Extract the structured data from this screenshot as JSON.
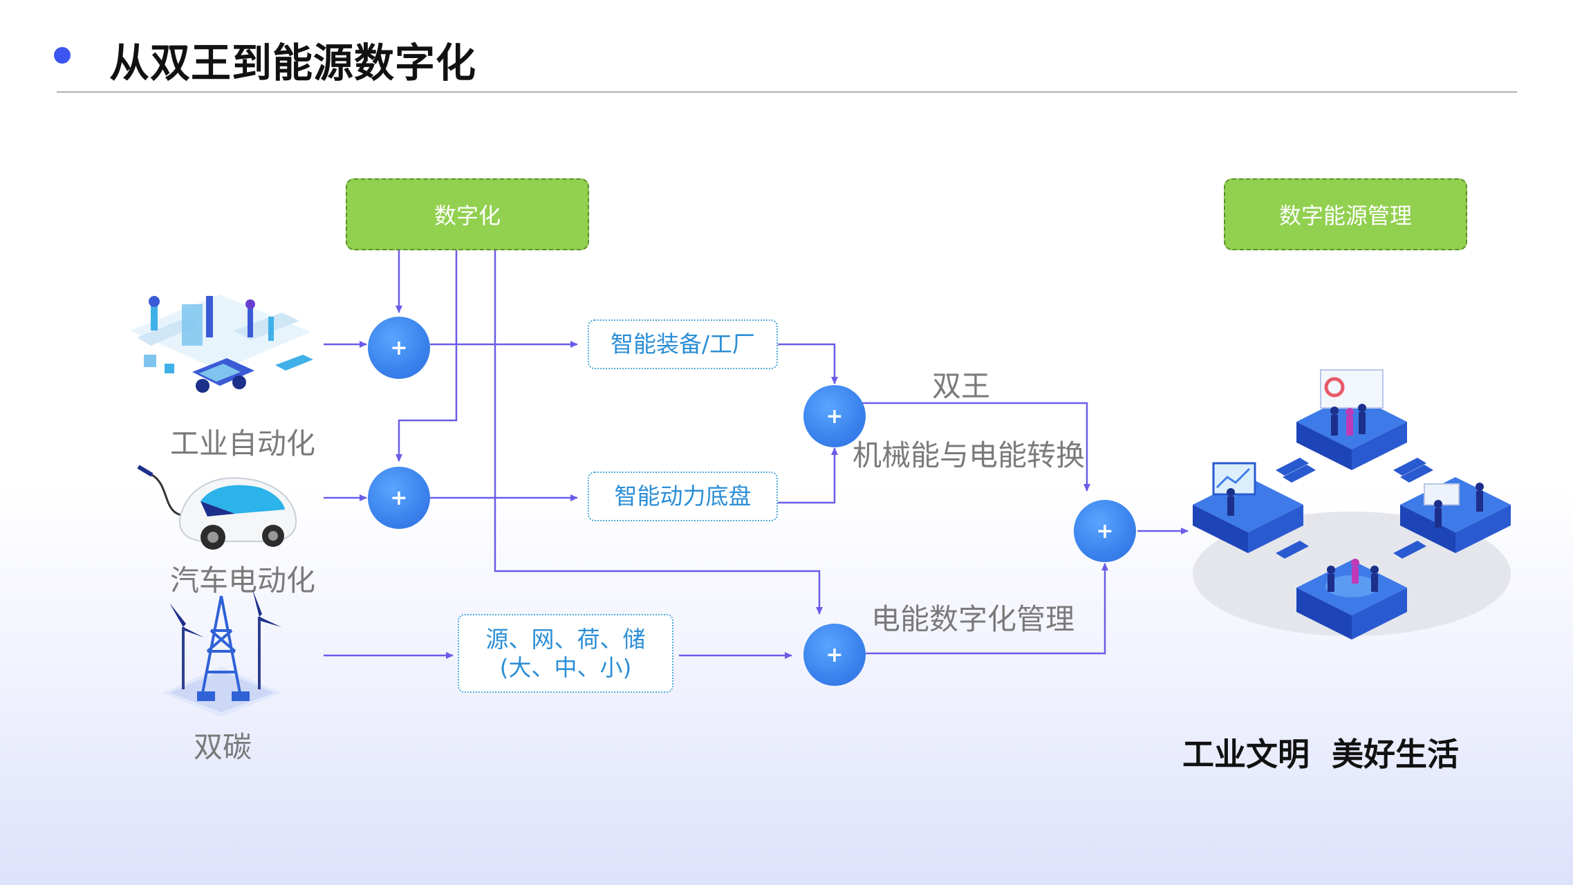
{
  "title": "从双王到能源数字化",
  "boxes": {
    "digitization": "数字化",
    "digital_energy_mgmt": "数字能源管理",
    "smart_equipment": "智能装备/工厂",
    "smart_chassis": "智能动力底盘",
    "source_grid_line1": "源、网、荷、储",
    "source_grid_line2": "(大、中、小)"
  },
  "left_labels": {
    "industrial_automation": "工业自动化",
    "vehicle_electrification": "汽车电动化",
    "dual_carbon": "双碳"
  },
  "mid_labels": {
    "dual_king": "双王",
    "energy_conversion": "机械能与电能转换",
    "power_digital_mgmt": "电能数字化管理"
  },
  "plus_symbol": "+",
  "slogan": "工业文明  美好生活",
  "colors": {
    "accent_dot": "#3d55f0",
    "arrow": "#6a5ce8",
    "green_box": "#92d050",
    "blue_text": "#2b8ed6",
    "circle": "#3a82ec"
  },
  "icons": [
    "factory-illustration",
    "electric-car-illustration",
    "wind-power-illustration",
    "business-platform-illustration"
  ]
}
